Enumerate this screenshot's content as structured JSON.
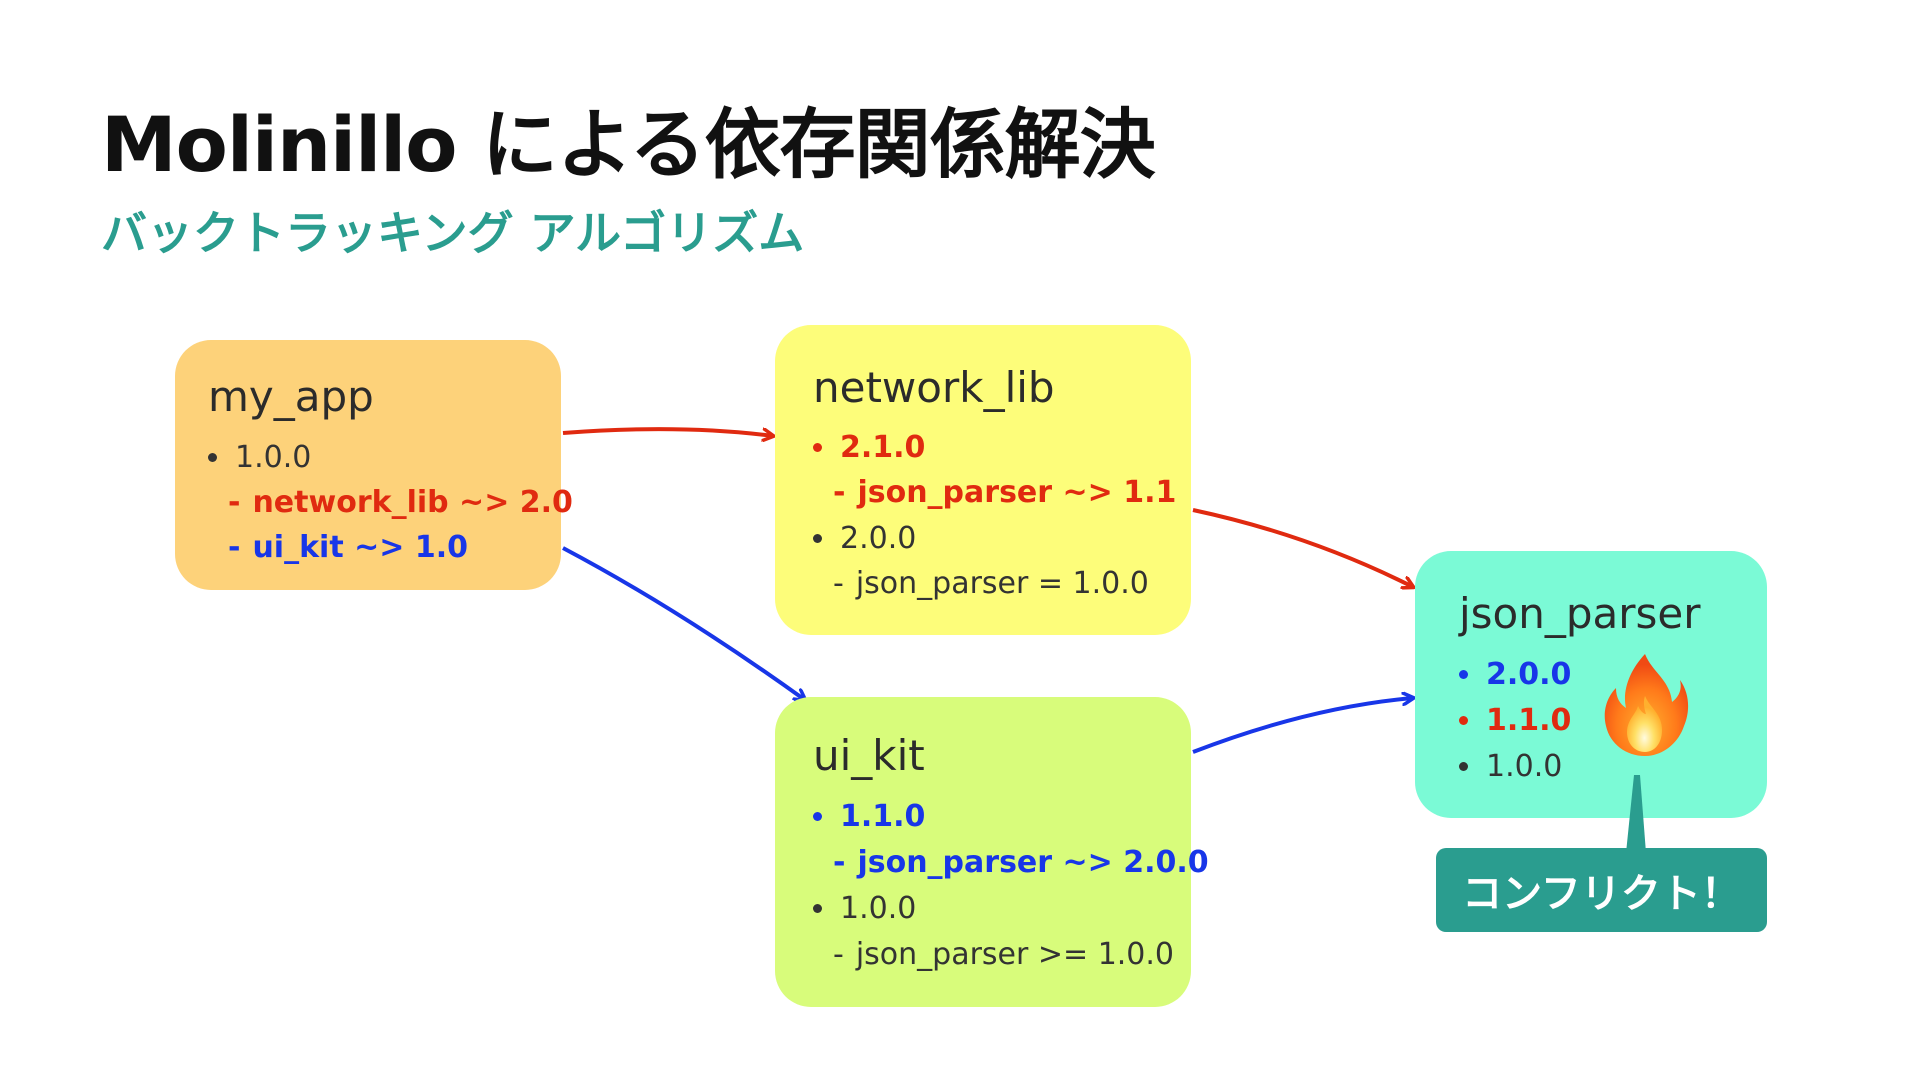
{
  "title": "Molinillo による依存関係解決",
  "subtitle": "バックトラッキング アルゴリズム",
  "colors": {
    "accent": "#2a9d8f",
    "red": "#e02a10",
    "blue": "#1836e8",
    "my_app_bg": "#fdd27a",
    "network_lib_bg": "#fdfd7a",
    "ui_kit_bg": "#d8fc7b",
    "json_parser_bg": "#7bfad6"
  },
  "nodes": {
    "my_app": {
      "name": "my_app",
      "rows": [
        {
          "kind": "bullet",
          "text": "1.0.0",
          "color": "gray"
        },
        {
          "kind": "dash",
          "text": "network_lib ~> 2.0",
          "color": "red"
        },
        {
          "kind": "dash",
          "text": "ui_kit ~> 1.0",
          "color": "blue"
        }
      ]
    },
    "network_lib": {
      "name": "network_lib",
      "rows": [
        {
          "kind": "bullet",
          "text": "2.1.0",
          "color": "red"
        },
        {
          "kind": "dash",
          "text": "json_parser ~> 1.1",
          "color": "red"
        },
        {
          "kind": "bullet",
          "text": "2.0.0",
          "color": "gray"
        },
        {
          "kind": "dash",
          "text": "json_parser = 1.0.0",
          "color": "gray"
        }
      ]
    },
    "ui_kit": {
      "name": "ui_kit",
      "rows": [
        {
          "kind": "bullet",
          "text": "1.1.0",
          "color": "blue"
        },
        {
          "kind": "dash",
          "text": "json_parser ~> 2.0.0",
          "color": "blue"
        },
        {
          "kind": "bullet",
          "text": "1.0.0",
          "color": "gray"
        },
        {
          "kind": "dash",
          "text": "json_parser >= 1.0.0",
          "color": "gray"
        }
      ]
    },
    "json_parser": {
      "name": "json_parser",
      "rows": [
        {
          "kind": "bullet",
          "text": "2.0.0",
          "color": "blue"
        },
        {
          "kind": "bullet",
          "text": "1.1.0",
          "color": "red"
        },
        {
          "kind": "bullet",
          "text": "1.0.0",
          "color": "gray"
        }
      ]
    }
  },
  "edges": [
    {
      "from": "my_app",
      "to": "network_lib",
      "color": "red"
    },
    {
      "from": "my_app",
      "to": "ui_kit",
      "color": "blue"
    },
    {
      "from": "network_lib",
      "to": "json_parser",
      "color": "red"
    },
    {
      "from": "ui_kit",
      "to": "json_parser",
      "color": "blue"
    }
  ],
  "conflict_icon": "fire-icon",
  "callout": "コンフリクト！"
}
